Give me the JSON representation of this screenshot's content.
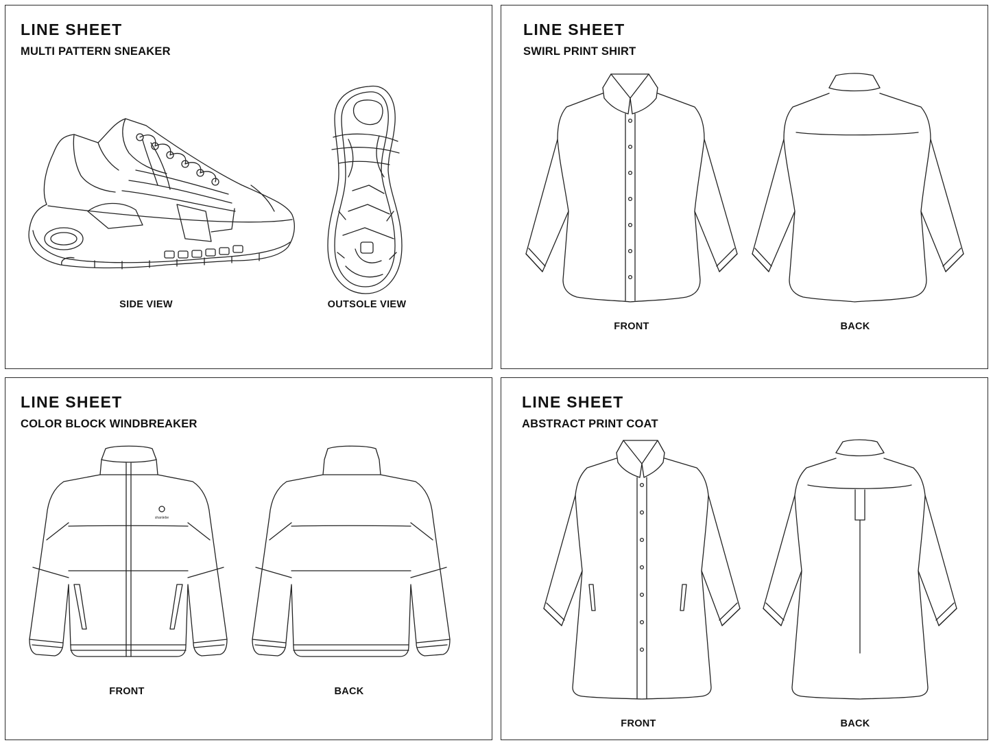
{
  "panels": [
    {
      "title": "LINE SHEET",
      "subtitle": "MULTI PATTERN SNEAKER",
      "views": [
        "SIDE VIEW",
        "OUTSOLE VIEW"
      ]
    },
    {
      "title": "LINE SHEET",
      "subtitle": "SWIRL PRINT SHIRT",
      "views": [
        "FRONT",
        "BACK"
      ]
    },
    {
      "title": "LINE SHEET",
      "subtitle": "COLOR BLOCK WINDBREAKER",
      "views": [
        "FRONT",
        "BACK"
      ],
      "logo_text": "shanlebe"
    },
    {
      "title": "LINE SHEET",
      "subtitle": "ABSTRACT PRINT COAT",
      "views": [
        "FRONT",
        "BACK"
      ]
    }
  ]
}
